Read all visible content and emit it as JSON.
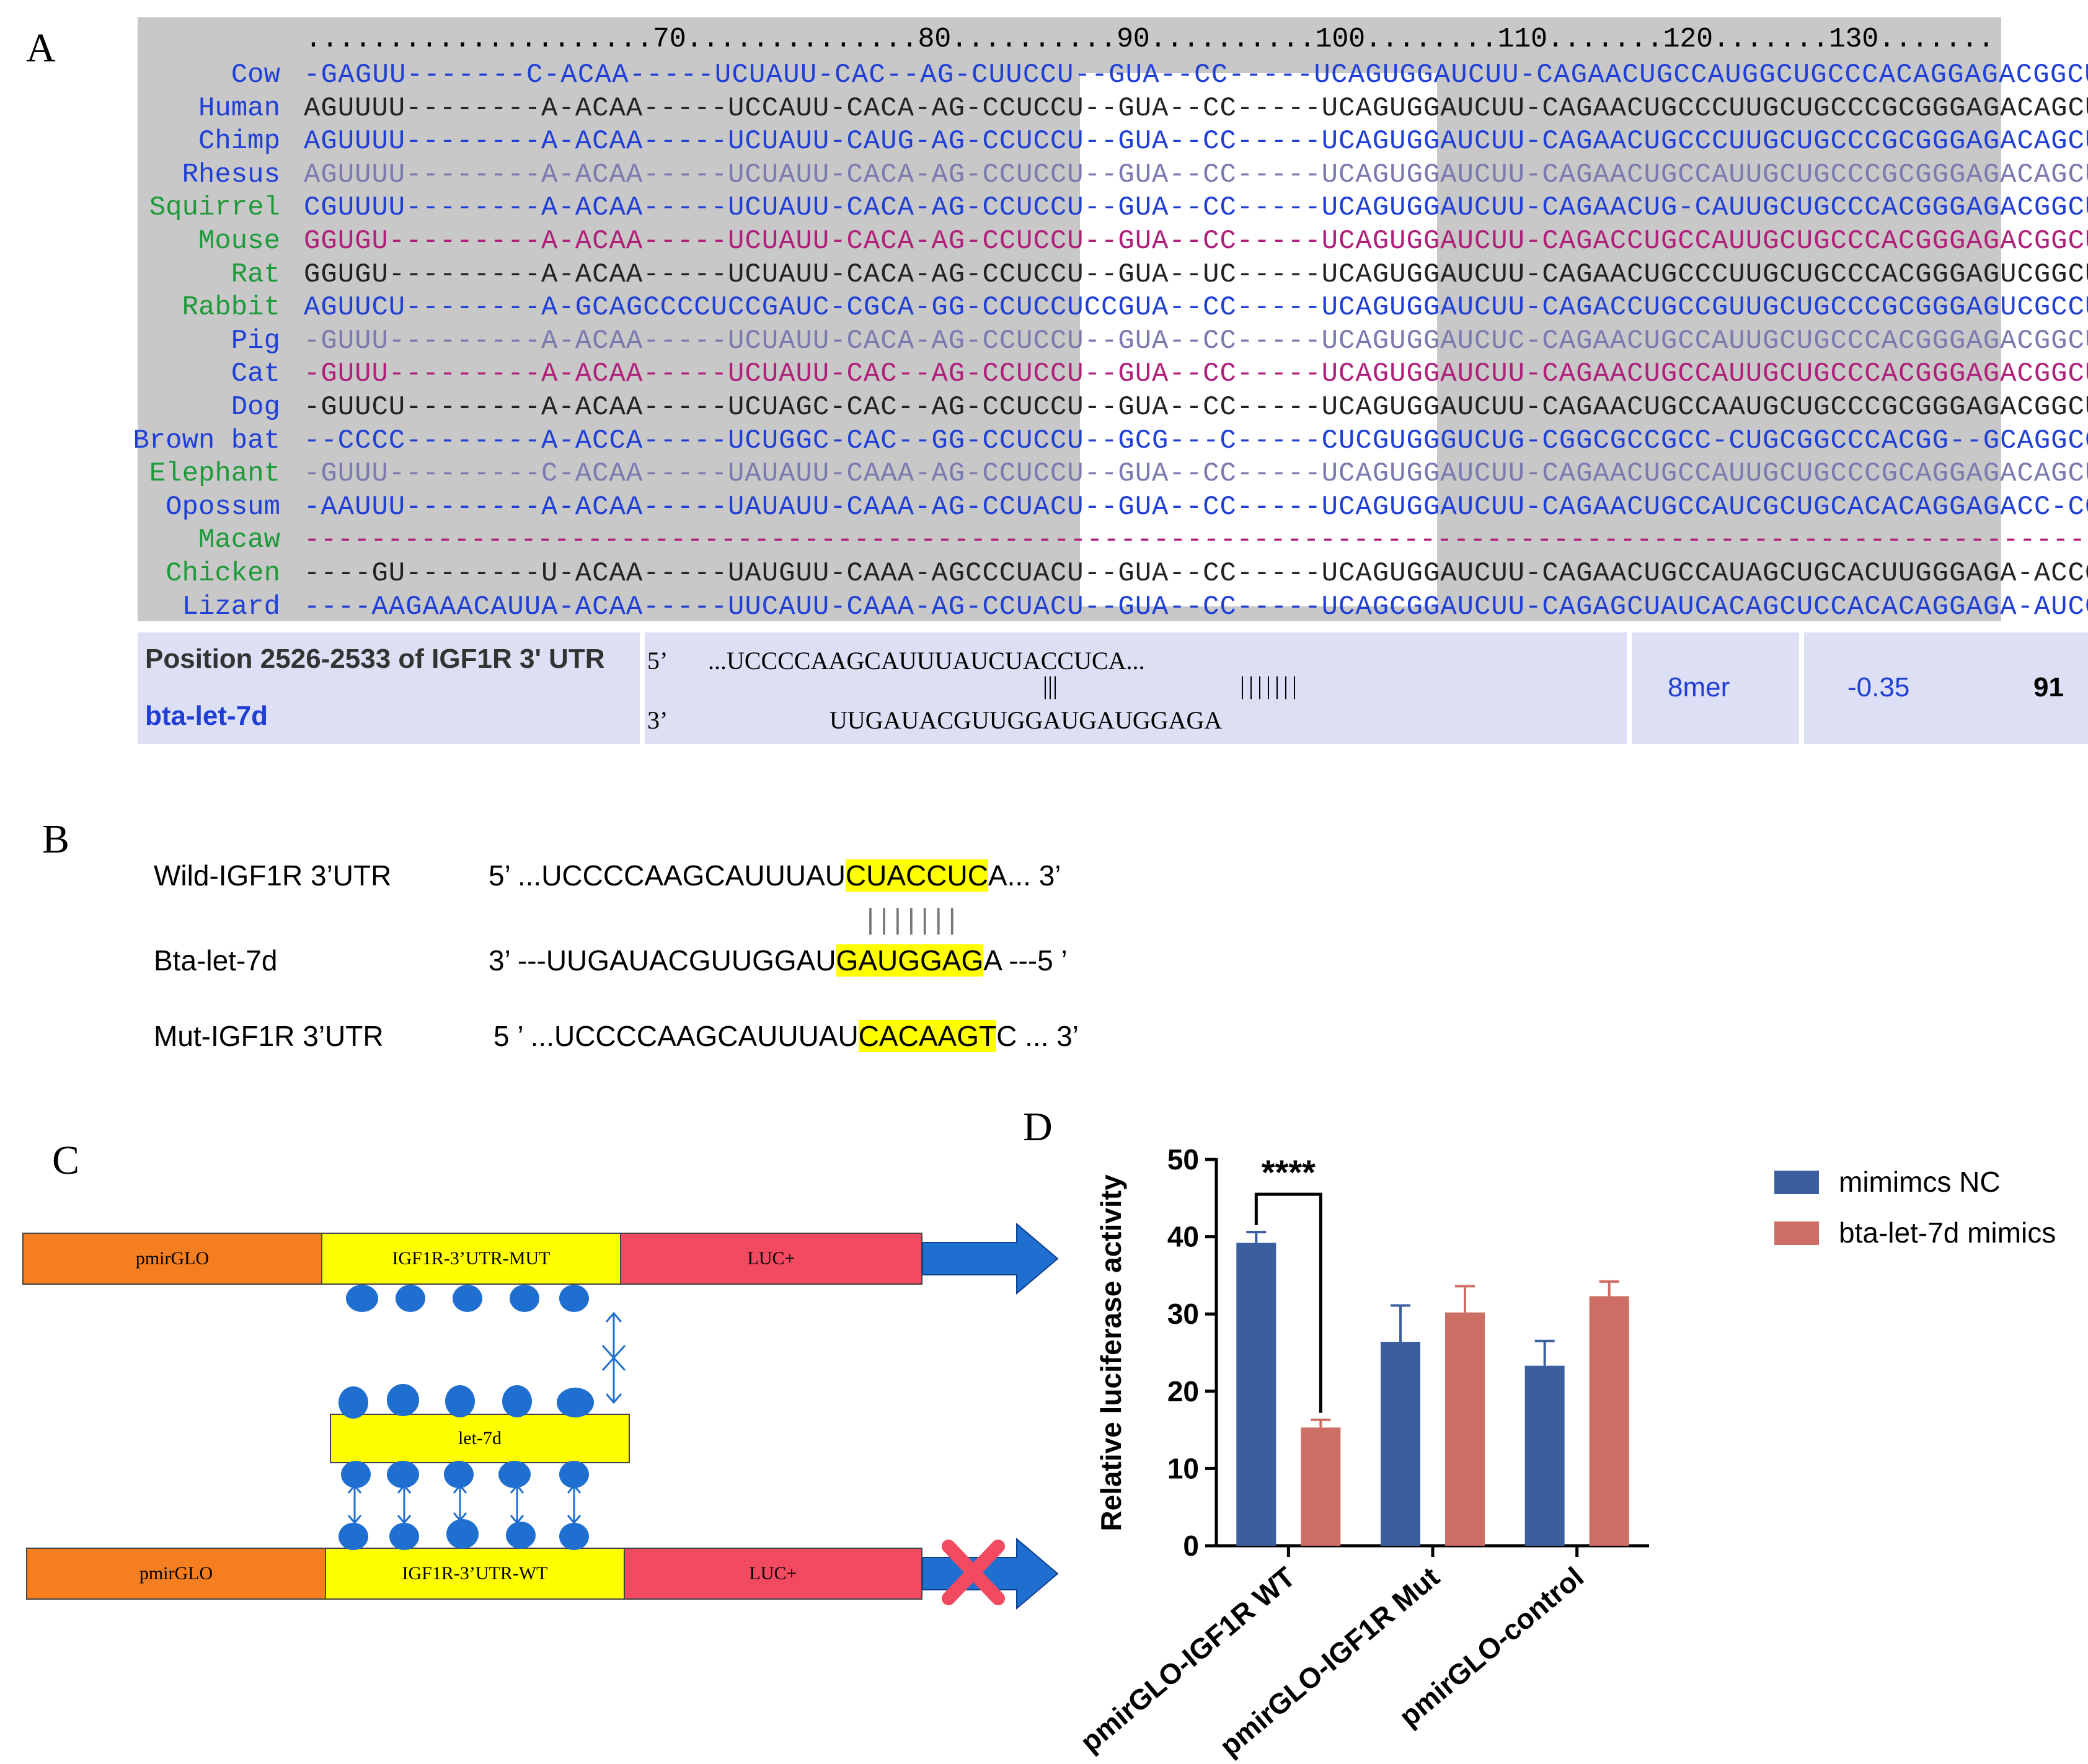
{
  "panel_labels": {
    "a": "A",
    "b": "B",
    "c": "C",
    "d": "D"
  },
  "alignment": {
    "ruler": ".....................70..............80..........90..........100........110.......120.......130.......",
    "rows": [
      {
        "species": "Cow",
        "name_color": "#1f3fd6",
        "seq_color": "#1f3fd6",
        "seq": "-GAGUU-------C-ACAA-----UCUAUU-CAC--AG-CUUCCU--GUA--CC-----UCAGUGGAUCUU-CAGAACUGCCAUGGCUGCCCACAGGAGACGGCU--"
      },
      {
        "species": "Human",
        "name_color": "#1f3fd6",
        "seq_color": "#222222",
        "seq": "AGUUUU--------A-ACAA-----UCCAUU-CACA-AG-CCUCCU--GUA--CC-----UCAGUGGAUCUU-CAGAACUGCCCUUGCUGCCCGCGGGAGACAGCU--"
      },
      {
        "species": "Chimp",
        "name_color": "#1f3fd6",
        "seq_color": "#1f3fd6",
        "seq": "AGUUUU--------A-ACAA-----UCUAUU-CAUG-AG-CCUCCU--GUA--CC-----UCAGUGGAUCUU-CAGAACUGCCCUUGCUGCCCGCGGGAGACAGCU--"
      },
      {
        "species": "Rhesus",
        "name_color": "#1f3fd6",
        "seq_color": "#7a7ab0",
        "seq": "AGUUUU--------A-ACAA-----UCUAUU-CACA-AG-CCUCCU--GUA--CC-----UCAGUGGAUCUU-CAGAACUGCCAUUGCUGCCCGCGGGAGACAGCU--"
      },
      {
        "species": "Squirrel",
        "name_color": "#1e9a3a",
        "seq_color": "#1f3fd6",
        "seq": "CGUUUU--------A-ACAA-----UCUAUU-CACA-AG-CCUCCU--GUA--CC-----UCAGUGGAUCUU-CAGAACUG-CAUUGCUGCCCACGGGAGACGGCU--"
      },
      {
        "species": "Mouse",
        "name_color": "#1e9a3a",
        "seq_color": "#b0207a",
        "seq": "GGUGU---------A-ACAA-----UCUAUU-CACA-AG-CCUCCU--GUA--CC-----UCAGUGGAUCUU-CAGACCUGCCAUUGCUGCCCACGGGAGACGGCU--"
      },
      {
        "species": "Rat",
        "name_color": "#1e9a3a",
        "seq_color": "#222222",
        "seq": "GGUGU---------A-ACAA-----UCUAUU-CACA-AG-CCUCCU--GUA--UC-----UCAGUGGAUCUU-CAGAACUGCCCUUGCUGCCCACGGGAGUCGGCU--"
      },
      {
        "species": "Rabbit",
        "name_color": "#1e9a3a",
        "seq_color": "#1f3fd6",
        "seq": "AGUUCU--------A-GCAGCCCCUCCGAUC-CGCA-GG-CCUCCUCCGUA--CC-----UCAGUGGAUCUU-CAGACCUGCCGUUGCUGCCCGCGGGAGUCGCCU--"
      },
      {
        "species": "Pig",
        "name_color": "#1f3fd6",
        "seq_color": "#7a7ab0",
        "seq": "-GUUU---------A-ACAA-----UCUAUU-CACA-AG-CCUCCU--GUA--CC-----UCAGUGGAUCUC-CAGAACUGCCAUUGCUGCCCACGGGAGACGGCU--"
      },
      {
        "species": "Cat",
        "name_color": "#1f3fd6",
        "seq_color": "#b0207a",
        "seq": "-GUUU---------A-ACAA-----UCUAUU-CAC--AG-CCUCCU--GUA--CC-----UCAGUGGAUCUU-CAGAACUGCCAUUGCUGCCCACGGGAGACGGCU--"
      },
      {
        "species": "Dog",
        "name_color": "#1f3fd6",
        "seq_color": "#222222",
        "seq": "-GUUCU--------A-ACAA-----UCUAGC-CAC--AG-CCUCCU--GUA--CC-----UCAGUGGAUCUU-CAGAACUGCCAAUGCUGCCCGCGGGAGACGGCU--"
      },
      {
        "species": "Brown bat",
        "name_color": "#1f3fd6",
        "seq_color": "#1f3fd6",
        "seq": "--CCCC--------A-ACCA-----UCUGGC-CAC--GG-CCUCCU--GCG---C-----CUCGUGGGUCUG-CGGCGCCGCC-CUGCGGCCCACGG--GCAGGCC--"
      },
      {
        "species": "Elephant",
        "name_color": "#1e9a3a",
        "seq_color": "#7a7ab0",
        "seq": "-GUUU---------C-ACAA-----UAUAUU-CAAA-AG-CCUCCU--GUA--CC-----UCAGUGGAUCUU-CAGAACUGCCAUUGCUGCCCGCAGGAGACAGCU--"
      },
      {
        "species": "Opossum",
        "name_color": "#1f3fd6",
        "seq_color": "#1f3fd6",
        "seq": "-AAUUU--------A-ACAA-----UAUAUU-CAAA-AG-CCUACU--GUA--CC-----UCAGUGGAUCUU-CAGAACUGCCAUCGCUGCACACAGGAGACC-CC--"
      },
      {
        "species": "Macaw",
        "name_color": "#1e9a3a",
        "seq_color": "#b0207a",
        "seq": "--------------------------------------------------------------------------------------------------------------"
      },
      {
        "species": "Chicken",
        "name_color": "#1e9a3a",
        "seq_color": "#222222",
        "seq": "----GU--------U-ACAA-----UAUGUU-CAAA-AGCCCUACU--GUA--CC-----UCAGUGGAUCUU-CAGAACUGCCAUAGCUGCACUUGGGAGA-ACCC--"
      },
      {
        "species": "Lizard",
        "name_color": "#1f3fd6",
        "seq_color": "#1f3fd6",
        "seq": "----AAGAAACAUUA-ACAA-----UUCAUU-CAAA-AG-CCUACU--GUA--CC-----UCAGCGGAUCUU-CAGAGCUAUCACAGCUCCACACAGGAGA-AUCC--"
      }
    ],
    "site": {
      "position_label": "Position 2526-2533 of IGF1R 3' UTR",
      "mirna_label": "bta-let-7d",
      "five_prime": "5’",
      "three_prime": "3’",
      "utr_seq": "...UCCCCAAGCAUUUAUCUACCUCA...",
      "pairing_left": "|||",
      "pairing_right": "|||||||",
      "mirna_seq": "UUGAUACGUUGGAUGAUGGAGA",
      "site_type": "8mer",
      "context_score": "-0.35",
      "percentile": "91"
    }
  },
  "panel_b": {
    "wild_label": "Wild-IGF1R 3’UTR",
    "wild_prefix": "5’ ...UCCCCAAGCAUUUAU",
    "wild_hl": "CUACCUC",
    "wild_suffix": "A... 3’",
    "pairing": "|||||||",
    "mirna_label": "Bta-let-7d",
    "mirna_prefix": "3’ ---UUGAUACGUUGGAU",
    "mirna_hl": "GAUGGAG",
    "mirna_suffix": "A ---5 ’",
    "mut_label": "Mut-IGF1R 3’UTR",
    "mut_prefix": "5 ’ ...UCCCCAAGCAUUUAU",
    "mut_hl": "CACAAGT",
    "mut_suffix": "C ... 3’"
  },
  "panel_c": {
    "top_vector": "pmirGLO",
    "top_insert": "IGF1R-3’UTR-MUT",
    "top_reporter": "LUC+",
    "mirna": "let-7d",
    "bottom_vector": "pmirGLO",
    "bottom_insert": "IGF1R-3’UTR-WT",
    "bottom_reporter": "LUC+",
    "colors": {
      "vector": "#f57f20",
      "insert": "#ffff00",
      "reporter": "#f24a60",
      "arrow": "#1f6fd1",
      "blob": "#1f6fd1",
      "cross": "#f24a60"
    }
  },
  "chart_data": {
    "type": "bar",
    "ylabel": "Relative luciferase activity",
    "ylim": [
      0,
      50
    ],
    "yticks": [
      0,
      10,
      20,
      30,
      40,
      50
    ],
    "categories": [
      "pmirGLO-IGF1R WT",
      "pmirGLO-IGF1R Mut",
      "pmirGLO-control"
    ],
    "series": [
      {
        "name": "mimimcs NC",
        "color": "#3b5f9e",
        "values": [
          39.2,
          26.4,
          23.3
        ],
        "errors": [
          1.4,
          4.7,
          3.2
        ]
      },
      {
        "name": "bta-let-7d mimics",
        "color": "#cd6e65",
        "values": [
          15.3,
          30.2,
          32.3
        ],
        "errors": [
          1.0,
          3.4,
          1.9
        ]
      }
    ],
    "significance": "****",
    "legend_position": "right"
  }
}
